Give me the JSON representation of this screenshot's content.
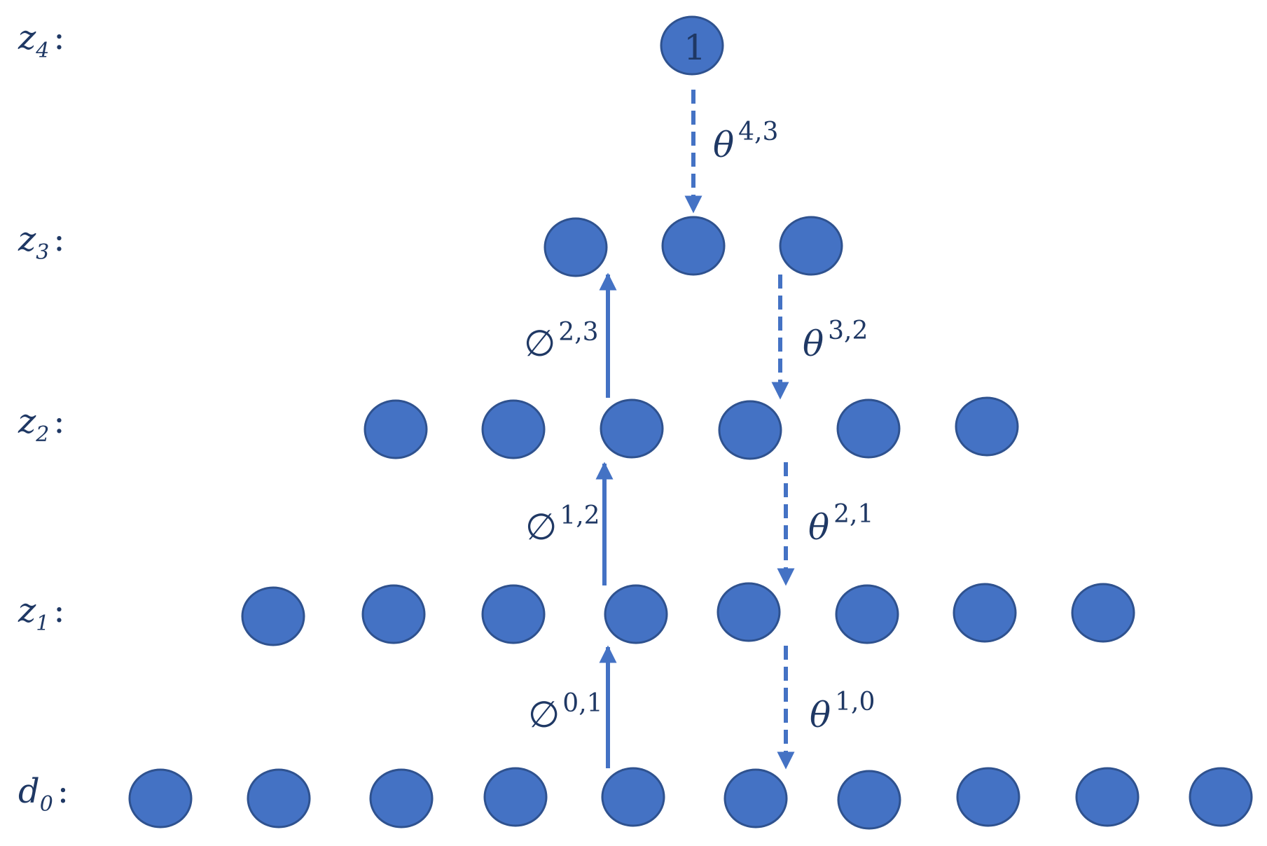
{
  "colors": {
    "node_fill": "#4472c4",
    "node_stroke": "#2f528f",
    "text": "#1f3864",
    "arrow": "#4472c4"
  },
  "layers": [
    {
      "id": "z4",
      "label": "z",
      "sub": "4",
      "node_count": 1,
      "node_text": "1"
    },
    {
      "id": "z3",
      "label": "z",
      "sub": "3",
      "node_count": 3
    },
    {
      "id": "z2",
      "label": "z",
      "sub": "2",
      "node_count": 6
    },
    {
      "id": "z1",
      "label": "z",
      "sub": "1",
      "node_count": 8
    },
    {
      "id": "d0",
      "label": "d",
      "sub": "0",
      "node_count": 10
    }
  ],
  "label_suffix": ":",
  "encoder_arrows": [
    {
      "symbol": "∅",
      "sup": "0,1",
      "from": "d0",
      "to": "z1"
    },
    {
      "symbol": "∅",
      "sup": "1,2",
      "from": "z1",
      "to": "z2"
    },
    {
      "symbol": "∅",
      "sup": "2,3",
      "from": "z2",
      "to": "z3"
    }
  ],
  "decoder_arrows": [
    {
      "symbol": "θ",
      "sup": "4,3",
      "from": "z4",
      "to": "z3"
    },
    {
      "symbol": "θ",
      "sup": "3,2",
      "from": "z3",
      "to": "z2"
    },
    {
      "symbol": "θ",
      "sup": "2,1",
      "from": "z2",
      "to": "z1"
    },
    {
      "symbol": "θ",
      "sup": "1,0",
      "from": "z1",
      "to": "d0"
    }
  ]
}
